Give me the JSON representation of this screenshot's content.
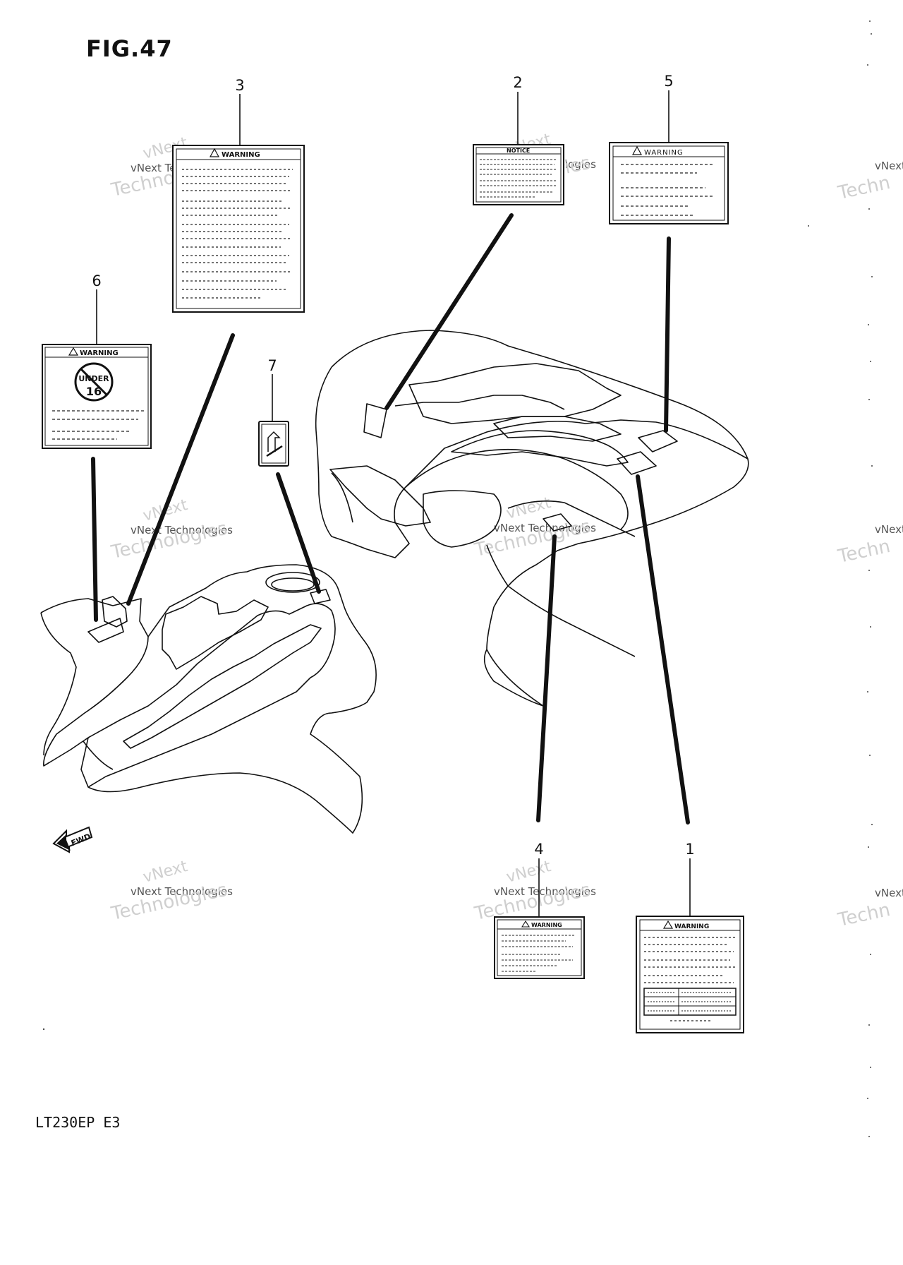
{
  "figure": {
    "title": "FIG.47",
    "model_code": "LT230EP  E3"
  },
  "callouts": [
    {
      "number": "1"
    },
    {
      "number": "2"
    },
    {
      "number": "3"
    },
    {
      "number": "4"
    },
    {
      "number": "5"
    },
    {
      "number": "6"
    },
    {
      "number": "7"
    }
  ],
  "labels": {
    "label_1": {
      "heading": "WARNING"
    },
    "label_2": {
      "heading": "NOTICE"
    },
    "label_3": {
      "heading": "WARNING"
    },
    "label_4": {
      "heading": "WARNING"
    },
    "label_5": {
      "heading": "WARNING"
    },
    "label_6": {
      "heading": "WARNING",
      "badge_line1": "UNDER",
      "badge_line2": "16"
    }
  },
  "direction_marker": {
    "text": "FWD"
  },
  "watermark": {
    "line1": "vNext",
    "line2": "vNext Technologies",
    "line3": "Technologies",
    "short_line2": "vNext Te",
    "short_line3": "Techn"
  },
  "colors": {
    "ink": "#111111",
    "watermark": "#c8c8c8",
    "background": "#ffffff"
  }
}
